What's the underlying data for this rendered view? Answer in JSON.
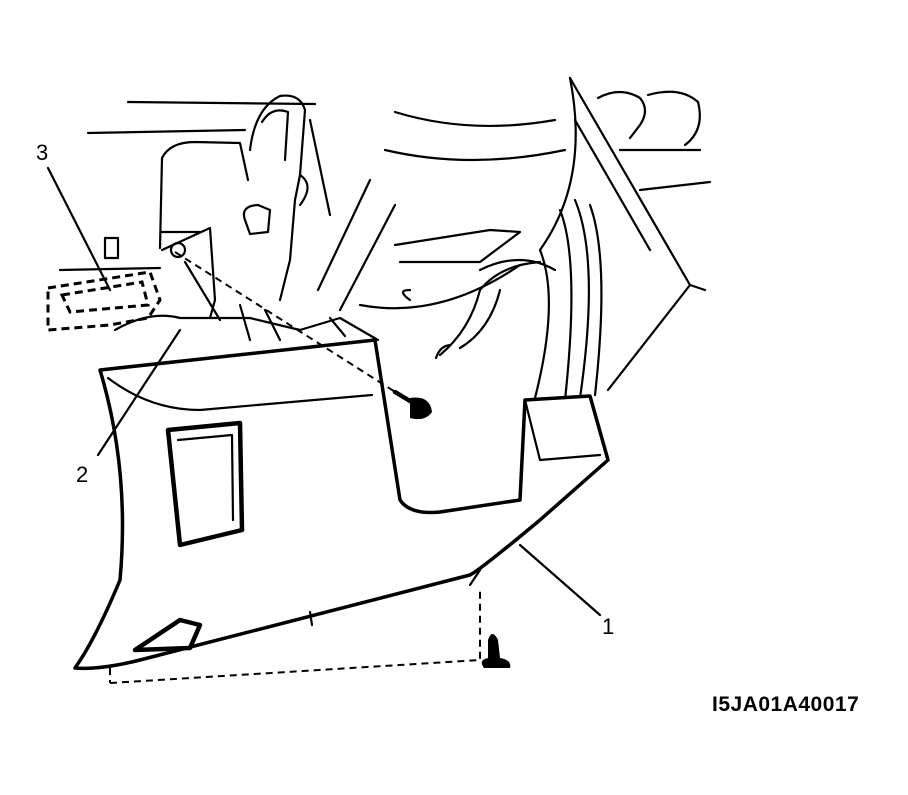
{
  "callouts": [
    {
      "id": "1",
      "label": "1"
    },
    {
      "id": "2",
      "label": "2"
    },
    {
      "id": "3",
      "label": "3"
    }
  ],
  "reference_code": "I5JA01A40017",
  "colors": {
    "line": "#000000",
    "background": "#ffffff"
  }
}
